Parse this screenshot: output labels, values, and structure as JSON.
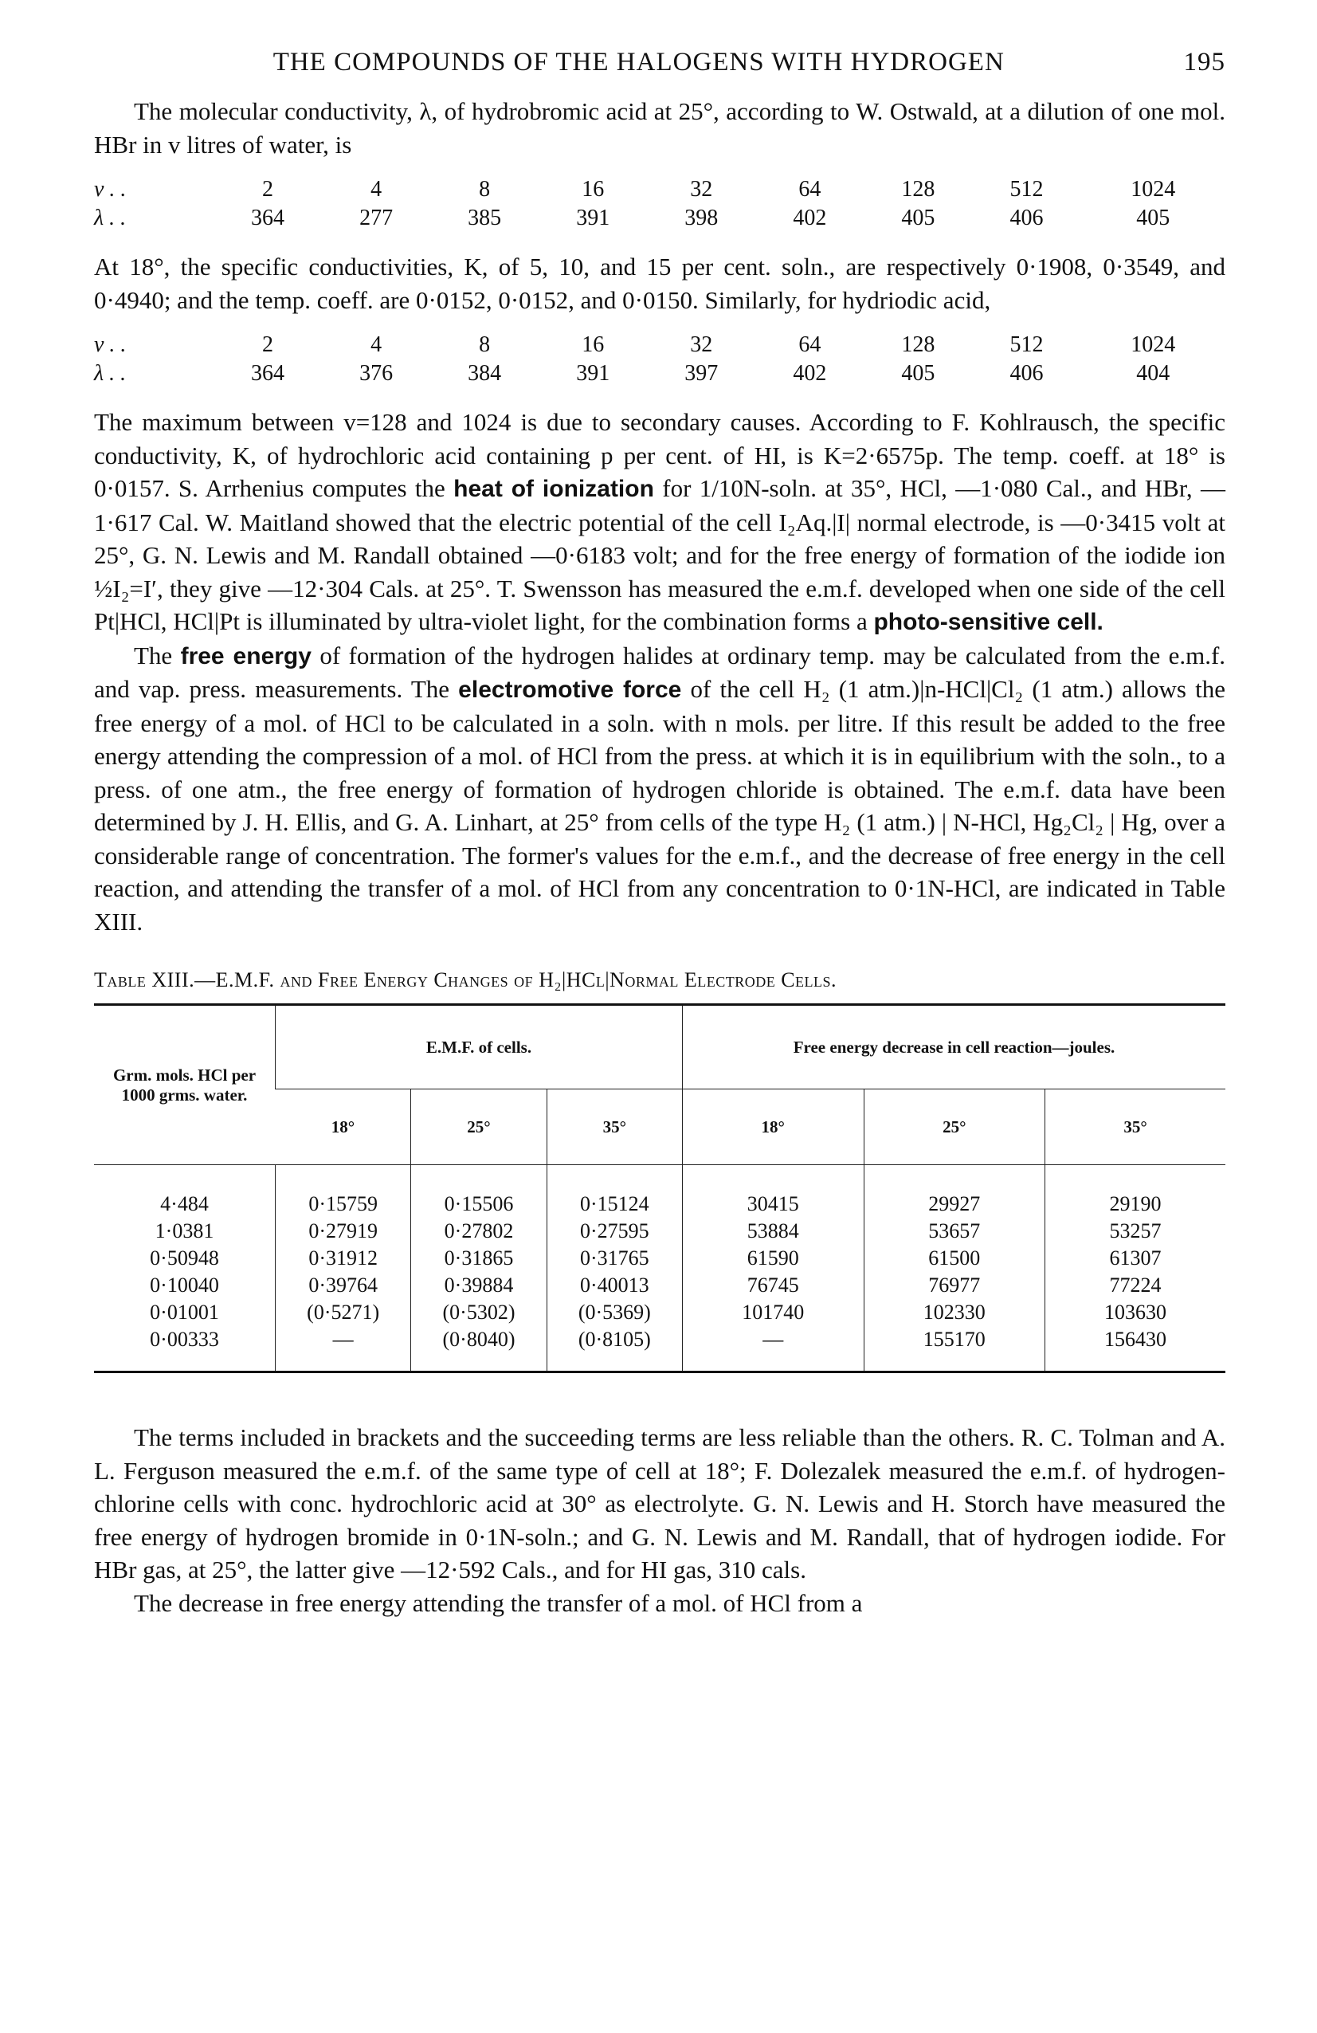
{
  "header": {
    "title": "THE COMPOUNDS OF THE HALOGENS WITH HYDROGEN",
    "page_number": "195"
  },
  "p1": "The molecular conductivity, λ, of hydrobromic acid at 25°, according to W. Ostwald, at a dilution of one mol. HBr in v litres of water, is",
  "hbr_table": {
    "v_label": "v . .",
    "lambda_label": "λ . .",
    "v": [
      "2",
      "4",
      "8",
      "16",
      "32",
      "64",
      "128",
      "512",
      "1024"
    ],
    "lambda": [
      "364",
      "277",
      "385",
      "391",
      "398",
      "402",
      "405",
      "406",
      "405"
    ]
  },
  "p2": "At 18°, the specific conductivities, K, of 5, 10, and 15 per cent. soln., are respectively 0·1908, 0·3549, and 0·4940; and the temp. coeff. are 0·0152, 0·0152, and 0·0150. Similarly, for hydriodic acid,",
  "hi_table": {
    "v_label": "v . .",
    "lambda_label": "λ . .",
    "v": [
      "2",
      "4",
      "8",
      "16",
      "32",
      "64",
      "128",
      "512",
      "1024"
    ],
    "lambda": [
      "364",
      "376",
      "384",
      "391",
      "397",
      "402",
      "405",
      "406",
      "404"
    ]
  },
  "p3": {
    "a": "The maximum between v=128 and 1024 is due to secondary causes. According to F. Kohlrausch, the specific conductivity, K, of hydrochloric acid containing p per cent. of HI, is K=2·6575p. The temp. coeff. at 18° is 0·0157. S. Arrhenius computes the",
    "kw1": "heat of ionization",
    "b": "for 1/10N-soln. at 35°, HCl, —1·080 Cal., and HBr, —1·617 Cal. W. Maitland showed that the electric potential of the cell I₂Aq.|I| normal electrode, is —0·3415 volt at 25°, G. N. Lewis and M. Randall obtained —0·6183 volt; and for the free energy of formation of the iodide ion ½I₂=I′, they give —12·304 Cals. at 25°. T. Swensson has measured the e.m.f. developed when one side of the cell Pt|HCl, HCl|Pt is illuminated by ultra-violet light, for the combination forms a",
    "kw2": "photo-sensitive cell."
  },
  "p4": {
    "a": "The",
    "kw1": "free energy",
    "b": "of formation of the hydrogen halides at ordinary temp. may be calculated from the e.m.f. and vap. press. measurements. The",
    "kw2": "electromotive force",
    "c": "of the cell H₂ (1 atm.)|n-HCl|Cl₂ (1 atm.) allows the free energy of a mol. of HCl to be calculated in a soln. with n mols. per litre. If this result be added to the free energy attending the compression of a mol. of HCl from the press. at which it is in equilibrium with the soln., to a press. of one atm., the free energy of formation of hydrogen chloride is obtained. The e.m.f. data have been determined by J. H. Ellis, and G. A. Linhart, at 25° from cells of the type H₂ (1 atm.) | N-HCl, Hg₂Cl₂ | Hg, over a considerable range of concentration. The former's values for the e.m.f., and the decrease of free energy in the cell reaction, and attending the transfer of a mol. of HCl from any concentration to 0·1N-HCl, are indicated in Table XIII."
  },
  "table13": {
    "caption": "Table XIII.—E.M.F. and Free Energy Changes of H₂|HCl|Normal Electrode Cells.",
    "col0": "Grm. mols. HCl per 1000 grms. water.",
    "group1": "E.M.F. of cells.",
    "group2": "Free energy decrease in cell reaction—joules.",
    "temps": [
      "18°",
      "25°",
      "35°",
      "18°",
      "25°",
      "35°"
    ],
    "rows": [
      [
        "4·484",
        "0·15759",
        "0·15506",
        "0·15124",
        "30415",
        "29927",
        "29190"
      ],
      [
        "1·0381",
        "0·27919",
        "0·27802",
        "0·27595",
        "53884",
        "53657",
        "53257"
      ],
      [
        "0·50948",
        "0·31912",
        "0·31865",
        "0·31765",
        "61590",
        "61500",
        "61307"
      ],
      [
        "0·10040",
        "0·39764",
        "0·39884",
        "0·40013",
        "76745",
        "76977",
        "77224"
      ],
      [
        "0·01001",
        "(0·5271)",
        "(0·5302)",
        "(0·5369)",
        "101740",
        "102330",
        "103630"
      ],
      [
        "0·00333",
        "—",
        "(0·8040)",
        "(0·8105)",
        "—",
        "155170",
        "156430"
      ]
    ]
  },
  "p5": "The terms included in brackets and the succeeding terms are less reliable than the others. R. C. Tolman and A. L. Ferguson measured the e.m.f. of the same type of cell at 18°; F. Dolezalek measured the e.m.f. of hydrogen-chlorine cells with conc. hydrochloric acid at 30° as electrolyte. G. N. Lewis and H. Storch have measured the free energy of hydrogen bromide in 0·1N-soln.; and G. N. Lewis and M. Randall, that of hydrogen iodide. For HBr gas, at 25°, the latter give —12·592 Cals., and for HI gas, 310 cals.",
  "p6": "The decrease in free energy attending the transfer of a mol. of HCl from a"
}
